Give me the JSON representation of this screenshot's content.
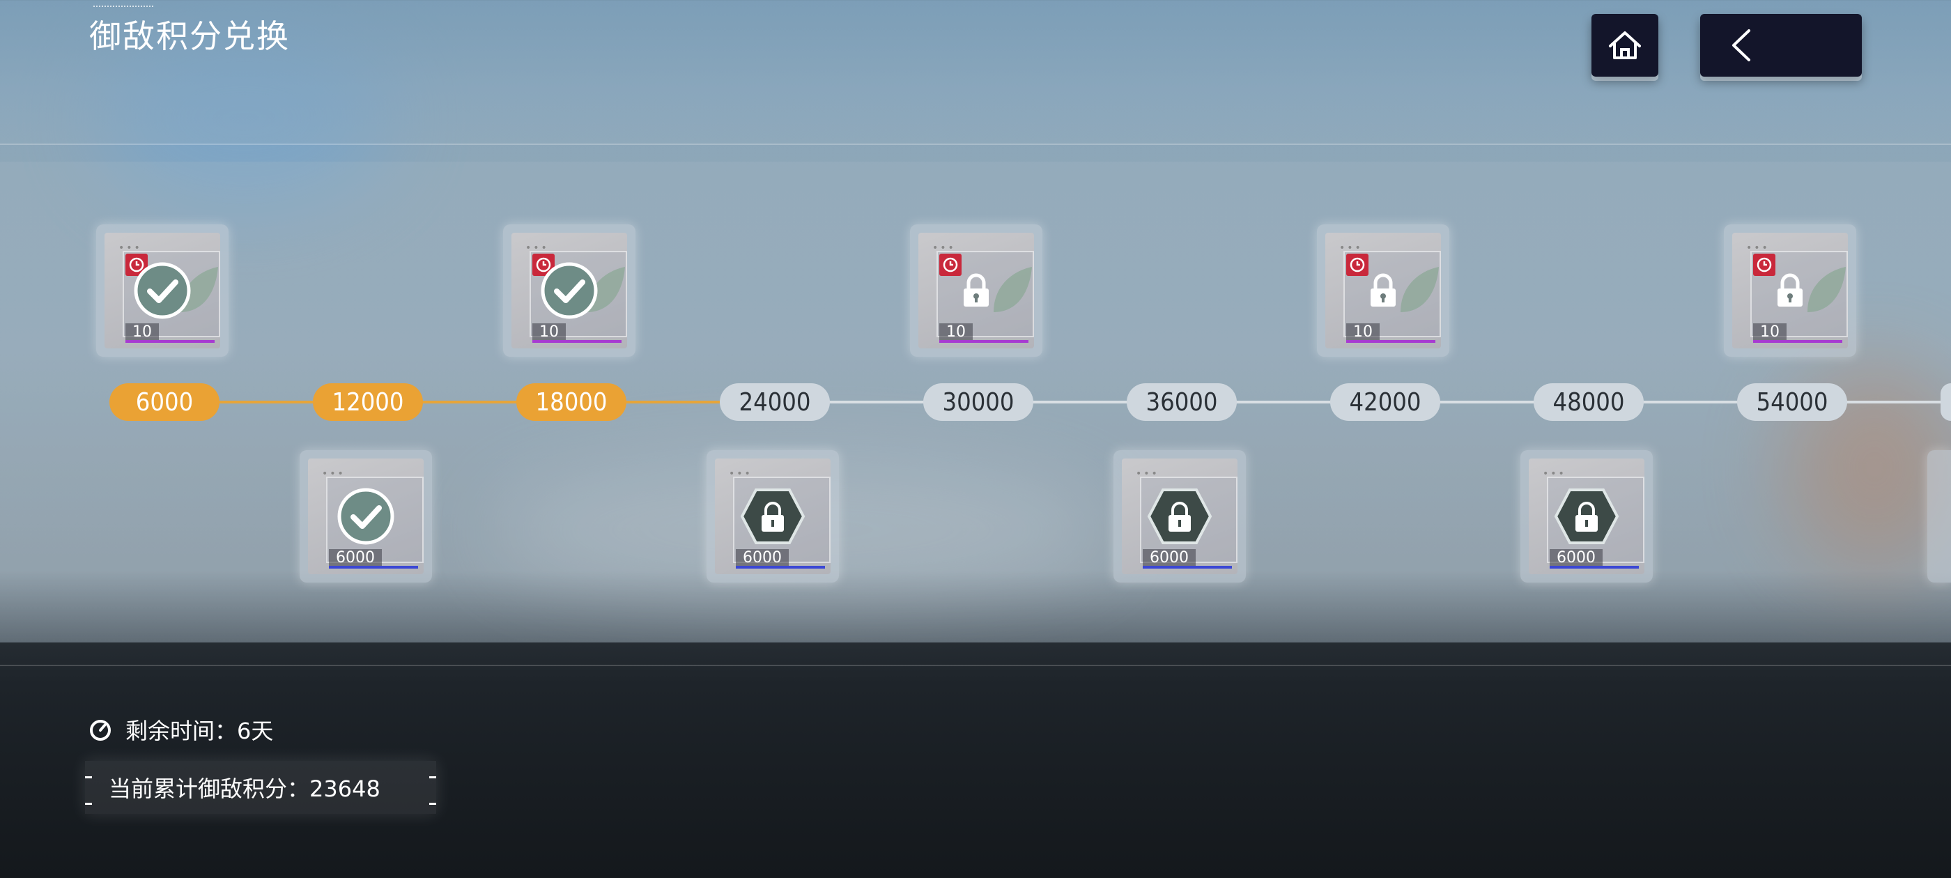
{
  "title": "御敌积分兑换",
  "colors": {
    "accent": "#eaa234",
    "locked_node": "#cfd7de",
    "button_bg": "#13152a"
  },
  "nav": {
    "home_icon": "home-icon",
    "back_icon": "chevron-left-icon"
  },
  "milestones": [
    {
      "score": "6000",
      "status": "claimed"
    },
    {
      "score": "12000",
      "status": "claimed"
    },
    {
      "score": "18000",
      "status": "claimed"
    },
    {
      "score": "24000",
      "status": "locked"
    },
    {
      "score": "30000",
      "status": "locked"
    },
    {
      "score": "36000",
      "status": "locked"
    },
    {
      "score": "42000",
      "status": "locked"
    },
    {
      "score": "48000",
      "status": "locked"
    },
    {
      "score": "54000",
      "status": "locked"
    }
  ],
  "rewards_top": [
    {
      "qty": "10",
      "status": "claimed"
    },
    {
      "qty": "10",
      "status": "claimed"
    },
    {
      "qty": "10",
      "status": "locked"
    },
    {
      "qty": "10",
      "status": "locked"
    },
    {
      "qty": "10",
      "status": "locked"
    }
  ],
  "rewards_bottom": [
    {
      "qty": "6000",
      "status": "claimed"
    },
    {
      "qty": "6000",
      "status": "locked"
    },
    {
      "qty": "6000",
      "status": "locked"
    },
    {
      "qty": "6000",
      "status": "locked"
    }
  ],
  "footer": {
    "timer_label": "剩余时间：6天",
    "score_label": "当前累计御敌积分：23648"
  }
}
